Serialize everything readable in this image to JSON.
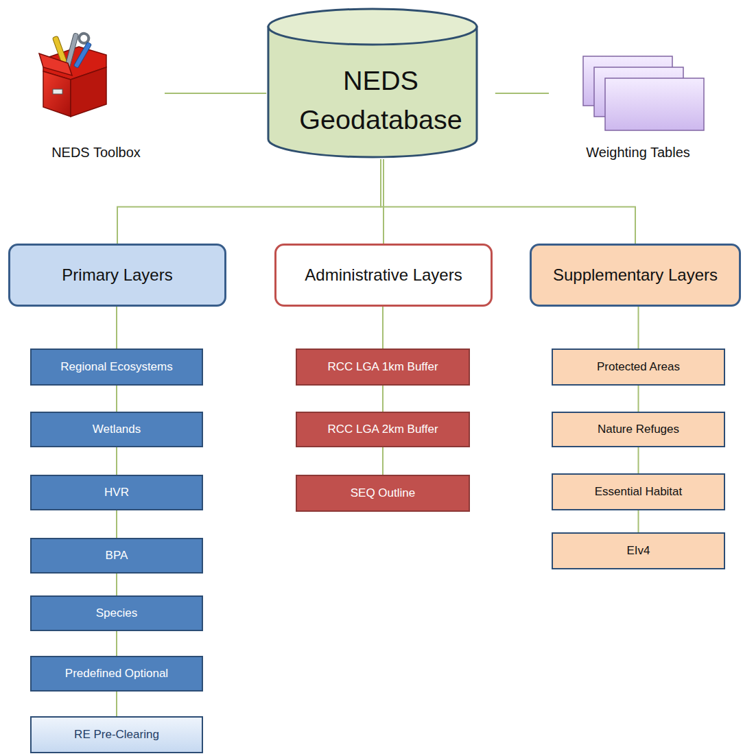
{
  "diagram": {
    "nodes": [
      {
        "text": [
          "NEDS Geodatabase"
        ]
      },
      {
        "text": [
          "NEDS Toolbox"
        ]
      },
      {
        "text": [
          "Weighting Tables"
        ]
      },
      {
        "text": [
          "Primary Layers"
        ]
      },
      {
        "text": [
          "Administrative Layers"
        ]
      },
      {
        "text": [
          "Supplementary Layers"
        ]
      },
      {
        "text": [
          "Regional Ecosystems"
        ]
      },
      {
        "text": [
          "Wetlands"
        ]
      },
      {
        "text": [
          "HVR"
        ]
      },
      {
        "text": [
          "BPA"
        ]
      },
      {
        "text": [
          "Species"
        ]
      },
      {
        "text": [
          "Predefined Optional"
        ]
      },
      {
        "text": [
          "RE Pre-Clearing"
        ]
      },
      {
        "text": [
          "RCC LGA 1km Buffer"
        ]
      },
      {
        "text": [
          "RCC LGA 2km Buffer"
        ]
      },
      {
        "text": [
          "SEQ Outline"
        ]
      },
      {
        "text": [
          "Protected Areas"
        ]
      },
      {
        "text": [
          "Nature Refuges"
        ]
      },
      {
        "text": [
          "Essential Habitat"
        ]
      },
      {
        "text": [
          "EIv4"
        ]
      }
    ],
    "edges": [
      {
        "from": 1,
        "to": 0,
        "arrow": "none"
      },
      {
        "from": 0,
        "to": 2,
        "arrow": "none"
      },
      {
        "from": 0,
        "to": 3,
        "arrow": "none"
      },
      {
        "from": 0,
        "to": 4,
        "arrow": "none"
      },
      {
        "from": 0,
        "to": 5,
        "arrow": "none"
      },
      {
        "from": 3,
        "to": 6,
        "arrow": "none"
      },
      {
        "from": 6,
        "to": 7,
        "arrow": "none"
      },
      {
        "from": 7,
        "to": 8,
        "arrow": "none"
      },
      {
        "from": 8,
        "to": 9,
        "arrow": "none"
      },
      {
        "from": 9,
        "to": 10,
        "arrow": "none"
      },
      {
        "from": 10,
        "to": 11,
        "arrow": "none"
      },
      {
        "from": 11,
        "to": 12,
        "arrow": "none"
      },
      {
        "from": 4,
        "to": 13,
        "arrow": "none"
      },
      {
        "from": 13,
        "to": 14,
        "arrow": "none"
      },
      {
        "from": 14,
        "to": 15,
        "arrow": "none"
      },
      {
        "from": 5,
        "to": 16,
        "arrow": "none"
      },
      {
        "from": 16,
        "to": 17,
        "arrow": "none"
      },
      {
        "from": 17,
        "to": 18,
        "arrow": "none"
      },
      {
        "from": 18,
        "to": 19,
        "arrow": "none"
      }
    ]
  }
}
